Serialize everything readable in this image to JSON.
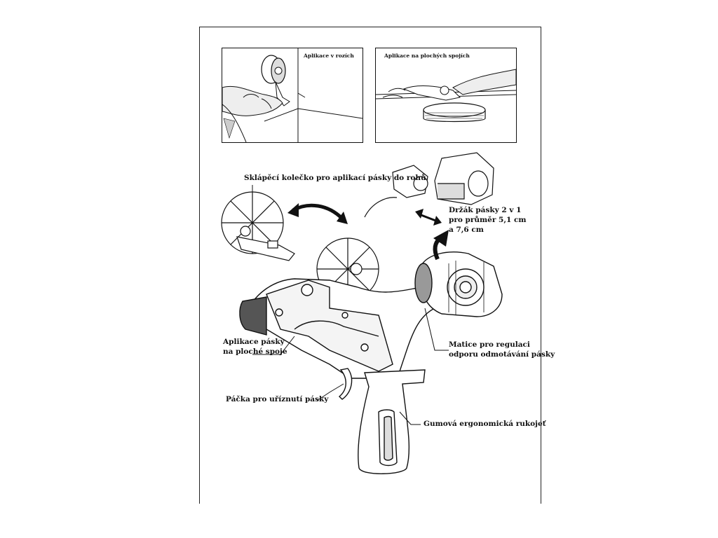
{
  "panels": {
    "corner_title": "Aplikace v rozích",
    "flat_title": "Aplikace na plochých spojích"
  },
  "labels": {
    "folding_wheel": "Sklápěcí kolečko pro aplikací pásky do rohů",
    "holder_line1": "Držák pásky 2 v 1",
    "holder_line2": "pro průměr 5,1 cm",
    "holder_line3": "a 7,6  cm",
    "flat_apply_line1": "Aplikace pásky",
    "flat_apply_line2": "na ploché spoje",
    "nut_line1": "Matice pro regulaci",
    "nut_line2": "odporu odmotávání pásky",
    "cut_lever": "Páčka pro uříznutí pásky",
    "grip": "Gumová ergonomická rukojeť"
  }
}
